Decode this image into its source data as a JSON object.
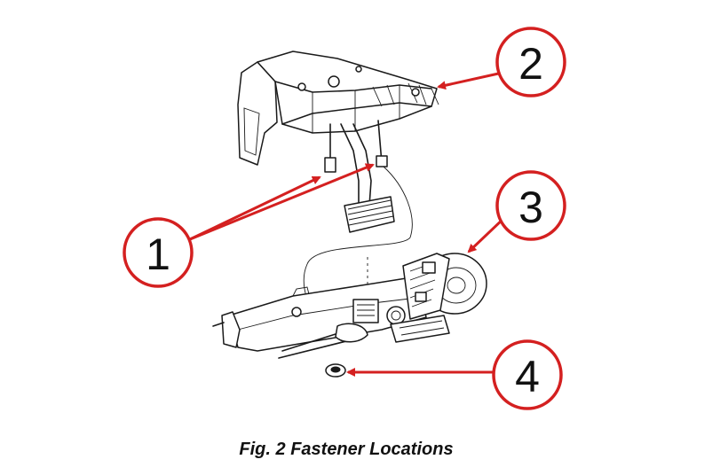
{
  "figure": {
    "caption": "Fig. 2 Fastener Locations"
  },
  "callouts": [
    {
      "id": "1",
      "label": "1"
    },
    {
      "id": "2",
      "label": "2"
    },
    {
      "id": "3",
      "label": "3"
    },
    {
      "id": "4",
      "label": "4"
    }
  ],
  "colors": {
    "callout_red": "#d42020",
    "ink": "#1a1a1a",
    "background": "#ffffff"
  }
}
